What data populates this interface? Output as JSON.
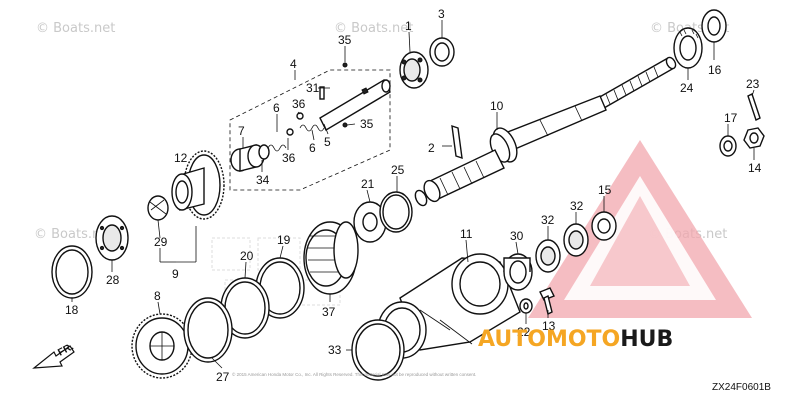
{
  "diagram": {
    "figure_code": "ZX24F0601B",
    "callouts": [
      "1",
      "2",
      "3",
      "4",
      "5",
      "6",
      "6",
      "7",
      "8",
      "9",
      "10",
      "11",
      "12",
      "13",
      "14",
      "15",
      "16",
      "17",
      "18",
      "19",
      "20",
      "21",
      "22",
      "23",
      "24",
      "25",
      "27",
      "28",
      "29",
      "30",
      "31",
      "32",
      "32",
      "33",
      "34",
      "35",
      "35",
      "36",
      "36",
      "37"
    ],
    "copyright_text": "© 2015 American Honda Motor Co., Inc. All Rights Reserved. This material may not be reproduced without written consent."
  },
  "watermarks": [
    "© Boats.net",
    "© Boats.net",
    "© Boats.net",
    "© Boats.net",
    "© Boats.net"
  ],
  "direction_label": "FR.",
  "logo": {
    "text": "AUTOMOTOHUB"
  }
}
